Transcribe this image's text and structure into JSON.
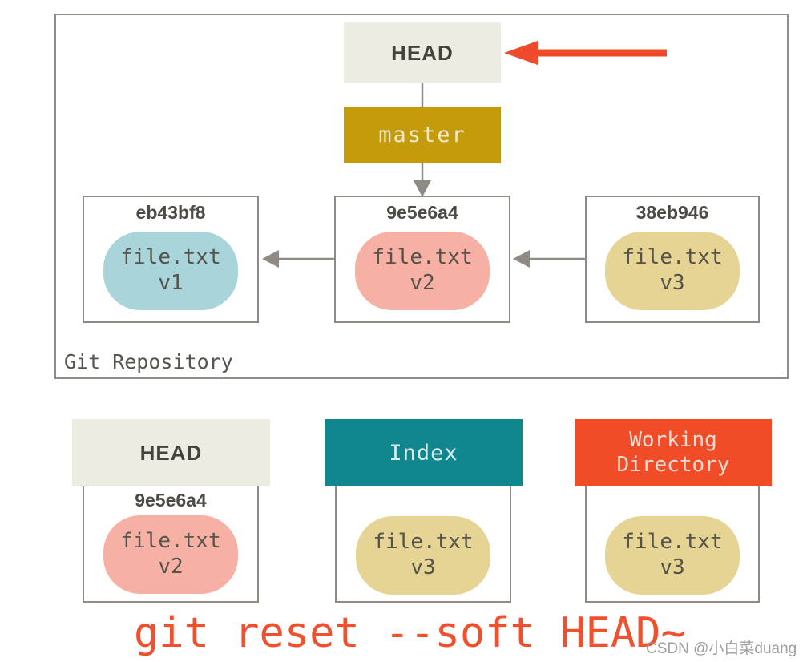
{
  "colors": {
    "arrow_red": "#ee4b2d",
    "line_gray": "#8f8a83",
    "head_header_bg": "#edece3",
    "master_bg": "#c39b0b",
    "index_header_bg": "#10868f",
    "workdir_header_bg": "#f04c27",
    "pill_v1": "#a9d4d9",
    "pill_v2": "#f6b1a4",
    "pill_v3": "#e5d493"
  },
  "repo": {
    "label": "Git Repository",
    "head_label": "HEAD",
    "branch_label": "master",
    "commits": [
      {
        "hash": "eb43bf8",
        "file": "file.txt",
        "version": "v1"
      },
      {
        "hash": "9e5e6a4",
        "file": "file.txt",
        "version": "v2"
      },
      {
        "hash": "38eb946",
        "file": "file.txt",
        "version": "v3"
      }
    ]
  },
  "areas": {
    "head": {
      "title": "HEAD",
      "hash": "9e5e6a4",
      "file": "file.txt",
      "version": "v2"
    },
    "index": {
      "title": "Index",
      "file": "file.txt",
      "version": "v3"
    },
    "workdir": {
      "title": "Working Directory",
      "file": "file.txt",
      "version": "v3"
    }
  },
  "command": "git reset --soft HEAD~",
  "watermark": "CSDN @小白菜duang"
}
